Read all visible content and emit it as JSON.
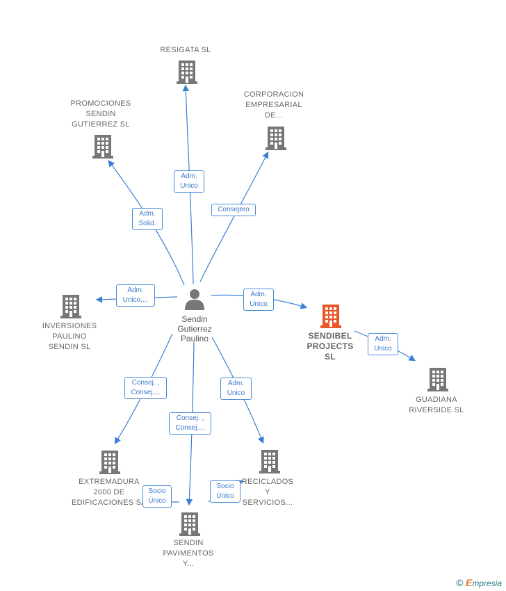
{
  "person": {
    "name": "Sendin\nGutierrez\nPaulino",
    "icon": "person-icon"
  },
  "companies": [
    {
      "id": "resigata",
      "label": "RESIGATA  SL"
    },
    {
      "id": "promociones",
      "label": "PROMOCIONES\nSENDIN\nGUTIERREZ SL"
    },
    {
      "id": "corporacion",
      "label": "CORPORACION\nEMPRESARIAL\nDE..."
    },
    {
      "id": "inversiones",
      "label": "INVERSIONES\nPAULINO\nSENDIN  SL"
    },
    {
      "id": "sendibel",
      "label": "SENDIBEL\nPROJECTS\nSL",
      "highlight": true,
      "color": "#e8562a"
    },
    {
      "id": "guadiana",
      "label": "GUADIANA\nRIVERSIDE  SL"
    },
    {
      "id": "extremadura",
      "label": "EXTREMADURA\n2000 DE\nEDIFICACIONES SA"
    },
    {
      "id": "reciclados",
      "label": "RECICLADOS\nY\nSERVICIOS..."
    },
    {
      "id": "pavimentos",
      "label": "SENDIN\nPAVIMENTOS\nY..."
    }
  ],
  "edges": [
    {
      "id": "e-resigata",
      "label": "Adm.\nUnico"
    },
    {
      "id": "e-promociones",
      "label": "Adm.\nSolid."
    },
    {
      "id": "e-corporacion",
      "label": "Consejero"
    },
    {
      "id": "e-inversiones",
      "label": "Adm.\nUnico,..."
    },
    {
      "id": "e-sendibel",
      "label": "Adm.\nUnico"
    },
    {
      "id": "e-guadiana",
      "label": "Adm.\nUnico"
    },
    {
      "id": "e-extremadura",
      "label": "Consej. ,\nConsej...."
    },
    {
      "id": "e-pavimentos",
      "label": "Consej. ,\nConsej...."
    },
    {
      "id": "e-reciclados",
      "label": "Adm.\nUnico"
    },
    {
      "id": "e-socio1",
      "label": "Socio\nÚnico"
    },
    {
      "id": "e-socio2",
      "label": "Socio\nÚnico"
    }
  ],
  "colors": {
    "edge": "#3a7fd5",
    "building": "#777777",
    "highlight": "#e8562a"
  },
  "watermark": {
    "symbol": "©",
    "brand_initial": "E",
    "brand_rest": "mpresia"
  }
}
